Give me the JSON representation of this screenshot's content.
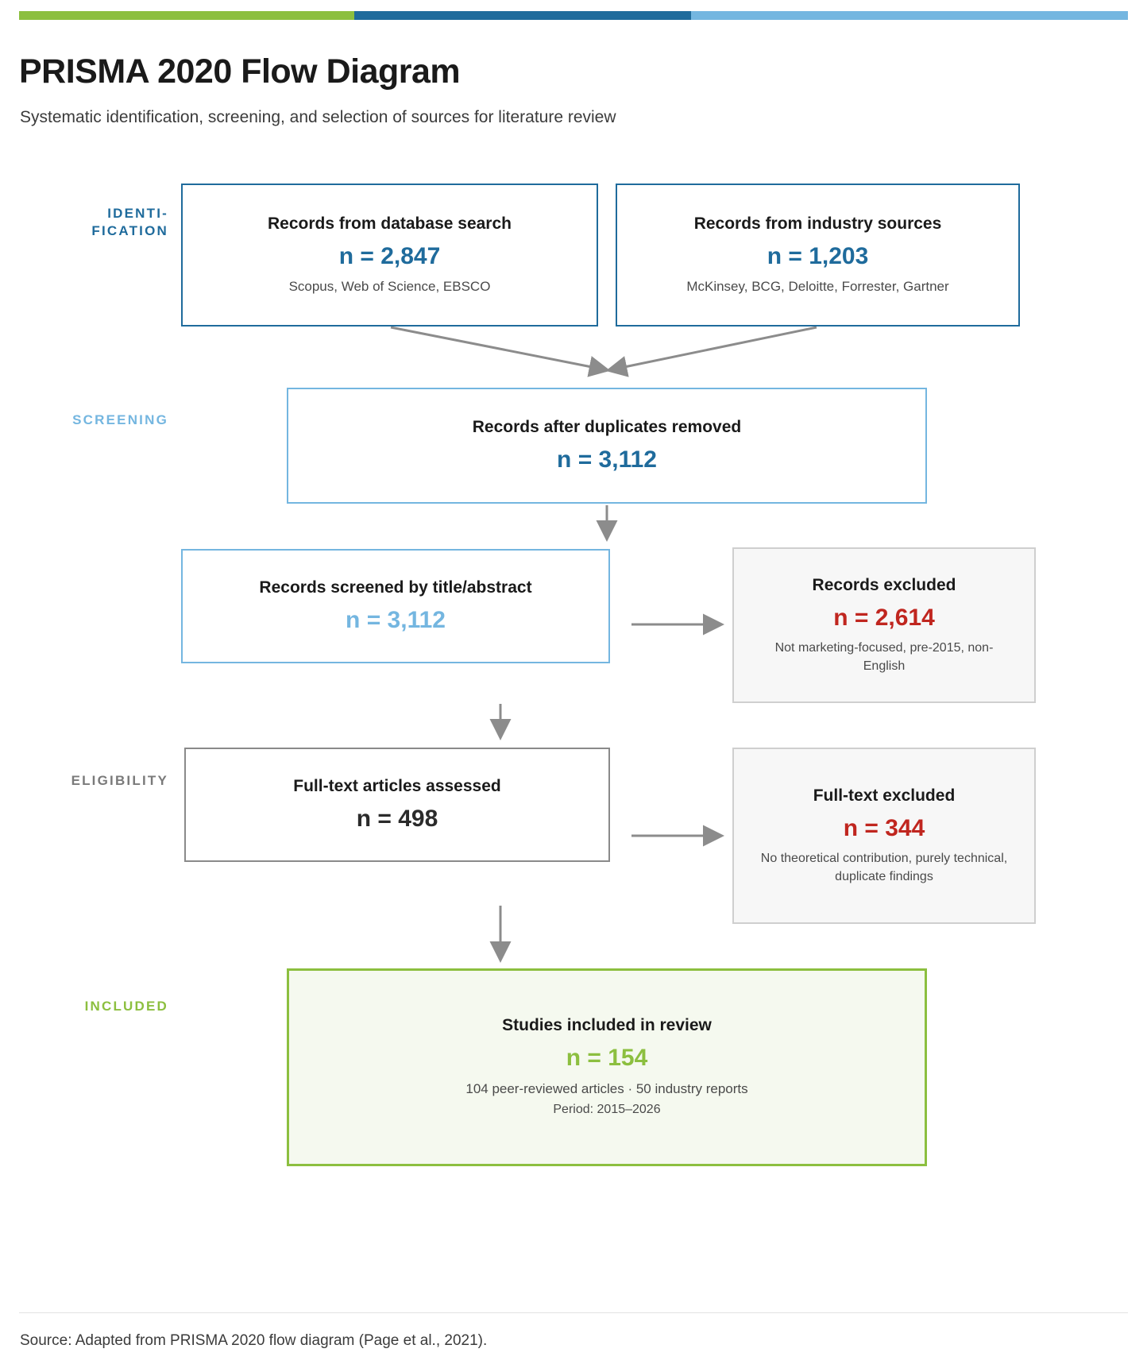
{
  "accent_bar": {
    "segments": [
      {
        "name": "included-green",
        "color": "#8cbf3f"
      },
      {
        "name": "identification-blue",
        "color": "#1f6b9c"
      },
      {
        "name": "screening-lightblue",
        "color": "#74b6e0"
      }
    ]
  },
  "header": {
    "title": "PRISMA 2020 Flow Diagram",
    "subtitle": "Systematic identification, screening, and selection of sources for literature review"
  },
  "stages": {
    "identification": "IDENTI-\nFICATION",
    "identification_line1": "IDENTI-",
    "identification_line2": "FICATION",
    "screening": "SCREENING",
    "eligibility": "ELIGIBILITY",
    "included": "INCLUDED"
  },
  "nodes": {
    "database": {
      "title": "Records from database search",
      "count": "n = 2,847",
      "detail": "Scopus, Web of Science, EBSCO"
    },
    "industry": {
      "title": "Records from industry sources",
      "count": "n = 1,203",
      "detail": "McKinsey, BCG, Deloitte, Forrester, Gartner"
    },
    "dedup": {
      "title": "Records after duplicates removed",
      "count": "n = 3,112"
    },
    "screened": {
      "title": "Records screened by title/abstract",
      "count": "n = 3,112"
    },
    "excluded_screen": {
      "title": "Records excluded",
      "count": "n = 2,614",
      "detail": "Not marketing-focused, pre-2015, non-English"
    },
    "fulltext": {
      "title": "Full-text articles assessed",
      "count": "n = 498"
    },
    "excluded_fulltext": {
      "title": "Full-text excluded",
      "count": "n = 344",
      "detail": "No theoretical contribution, purely technical, duplicate findings"
    },
    "included": {
      "title": "Studies included in review",
      "count": "n = 154",
      "detail": "104 peer-reviewed articles  ·  50 industry reports",
      "period": "Period: 2015–2026"
    }
  },
  "footer": {
    "source": "Source: Adapted from PRISMA 2020 flow diagram (Page et al., 2021)."
  },
  "chart_data": {
    "type": "diagram",
    "title": "PRISMA 2020 Flow Diagram",
    "subtitle": "Systematic identification, screening, and selection of sources for literature review",
    "flow": [
      {
        "stage": "Identification",
        "node": "Records from database search",
        "n": 2847,
        "note": "Scopus, Web of Science, EBSCO"
      },
      {
        "stage": "Identification",
        "node": "Records from industry sources",
        "n": 1203,
        "note": "McKinsey, BCG, Deloitte, Forrester, Gartner"
      },
      {
        "stage": "Screening",
        "node": "Records after duplicates removed",
        "n": 3112
      },
      {
        "stage": "Screening",
        "node": "Records screened by title/abstract",
        "n": 3112
      },
      {
        "stage": "Screening",
        "node": "Records excluded",
        "n": 2614,
        "note": "Not marketing-focused, pre-2015, non-English",
        "excluded": true
      },
      {
        "stage": "Eligibility",
        "node": "Full-text articles assessed",
        "n": 498
      },
      {
        "stage": "Eligibility",
        "node": "Full-text excluded",
        "n": 344,
        "note": "No theoretical contribution, purely technical, duplicate findings",
        "excluded": true
      },
      {
        "stage": "Included",
        "node": "Studies included in review",
        "n": 154,
        "note": "104 peer-reviewed articles · 50 industry reports",
        "period": "2015–2026",
        "peer_reviewed": 104,
        "industry_reports": 50
      }
    ],
    "edges": [
      {
        "from": "Records from database search",
        "to": "Records after duplicates removed"
      },
      {
        "from": "Records from industry sources",
        "to": "Records after duplicates removed"
      },
      {
        "from": "Records after duplicates removed",
        "to": "Records screened by title/abstract"
      },
      {
        "from": "Records screened by title/abstract",
        "to": "Records excluded"
      },
      {
        "from": "Records screened by title/abstract",
        "to": "Full-text articles assessed"
      },
      {
        "from": "Full-text articles assessed",
        "to": "Full-text excluded"
      },
      {
        "from": "Full-text articles assessed",
        "to": "Studies included in review"
      }
    ],
    "source": "Source: Adapted from PRISMA 2020 flow diagram (Page et al., 2021)."
  }
}
